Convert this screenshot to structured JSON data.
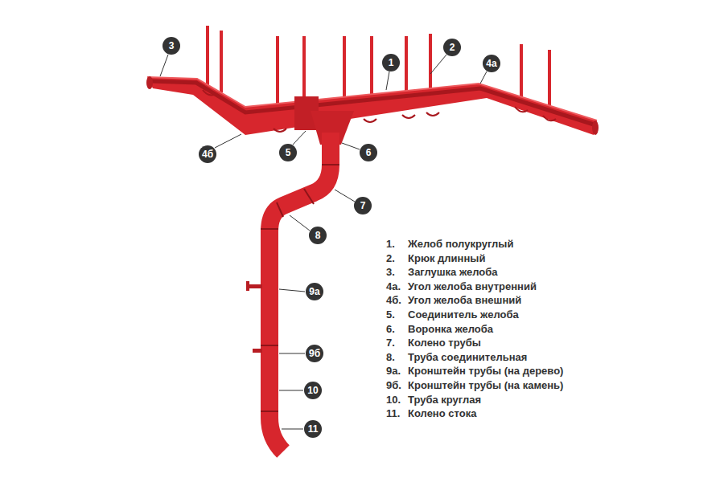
{
  "diagram": {
    "labels": [
      "3",
      "2",
      "1",
      "4а",
      "4б",
      "5",
      "6",
      "7",
      "8",
      "9а",
      "9б",
      "10",
      "11",
      "1.",
      "Желоб полукруглый",
      "2.",
      "Крюк длинный",
      "3.",
      "Заглушка желоба",
      "4а.",
      "Угол желоба внутренний",
      "4б.",
      "Угол желоба внешний",
      "5.",
      "Соединитель желоба",
      "6.",
      "Воронка желоба",
      "7.",
      "Колено трубы",
      "8.",
      "Труба соединительная",
      "9а.",
      "Кронштейн трубы (на дерево)",
      "9б.",
      "Кронштейн трубы (на камень)",
      "10.",
      "Труба круглая",
      "11.",
      "Колено стока"
    ]
  }
}
